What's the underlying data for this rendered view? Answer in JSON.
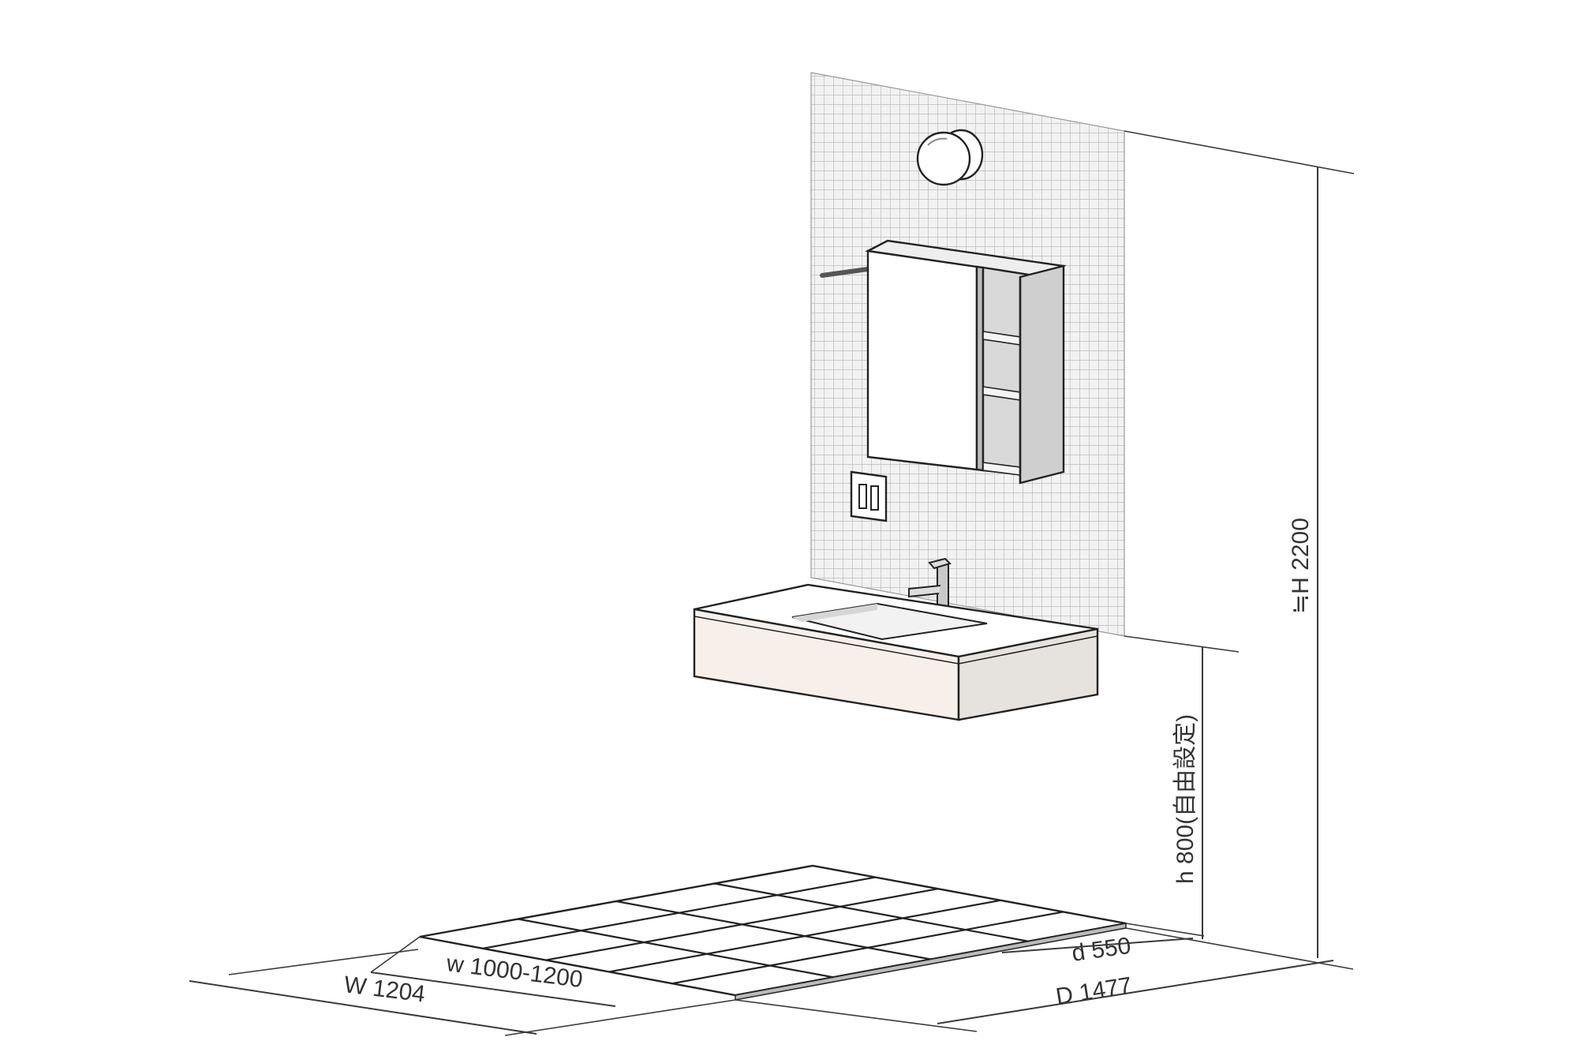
{
  "labels": {
    "height_total": "≒H 2200",
    "counter_height": "h 800(自由設定)",
    "counter_depth": "d 550",
    "room_depth": "D 1477",
    "counter_width": "w 1000-1200",
    "room_width": "W 1204"
  },
  "colors": {
    "ink": "#222222",
    "tile_fill": "#eeeeee",
    "tile_grid": "#bdbdbd",
    "vanity_front": "#f7f0ea",
    "vanity_side": "#e6e2de",
    "cabinet_side": "#cfcfcf"
  }
}
